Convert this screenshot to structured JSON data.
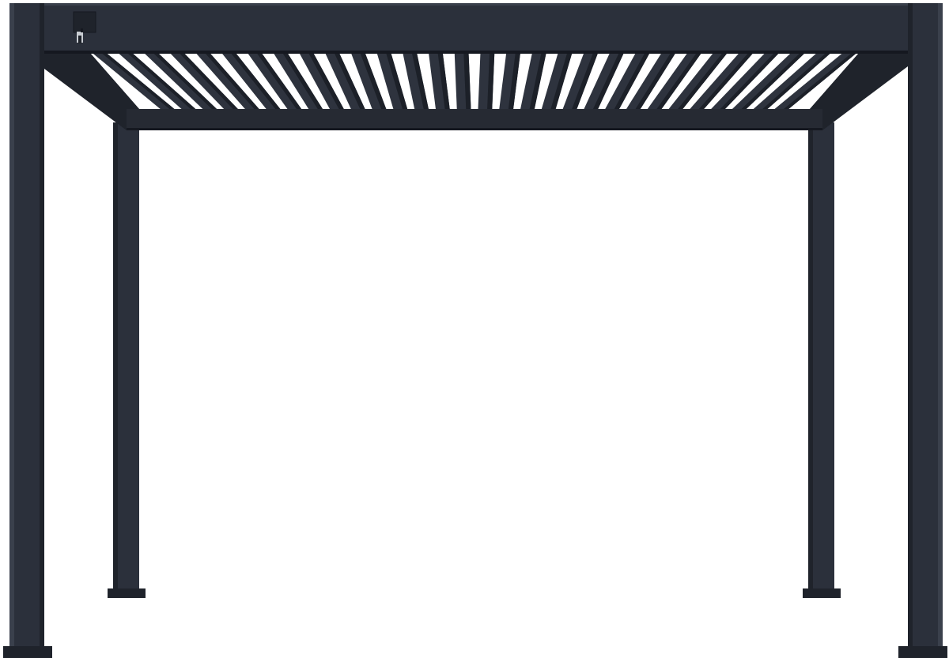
{
  "image": {
    "subject": "louvered-pergola",
    "colors": {
      "background": "#ffffff",
      "frame": "#2b303b",
      "frame_dark": "#1f232b",
      "frame_light": "#3a404c",
      "frame_edge": "#151820",
      "louver": "#2e333e",
      "louver_shadow": "#1c2028"
    },
    "louver_count": 30,
    "louver_tilt_percent": 65,
    "parts": {
      "motor_box_icon": "motor-box-icon"
    }
  }
}
